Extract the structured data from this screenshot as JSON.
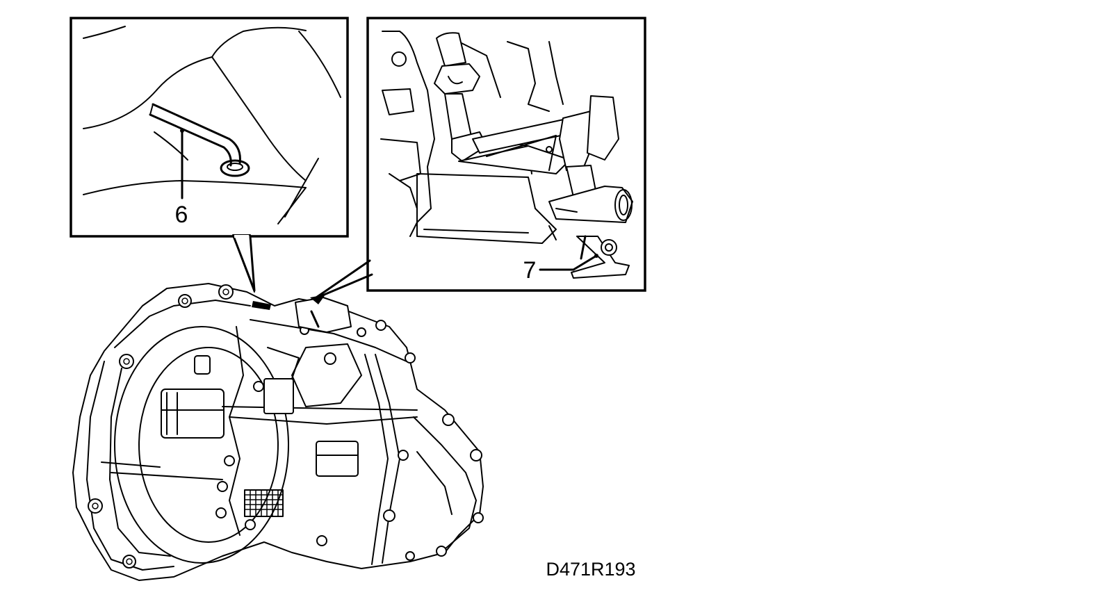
{
  "callouts": {
    "detail_left": "6",
    "detail_right": "7"
  },
  "figure_code": "D471R193"
}
